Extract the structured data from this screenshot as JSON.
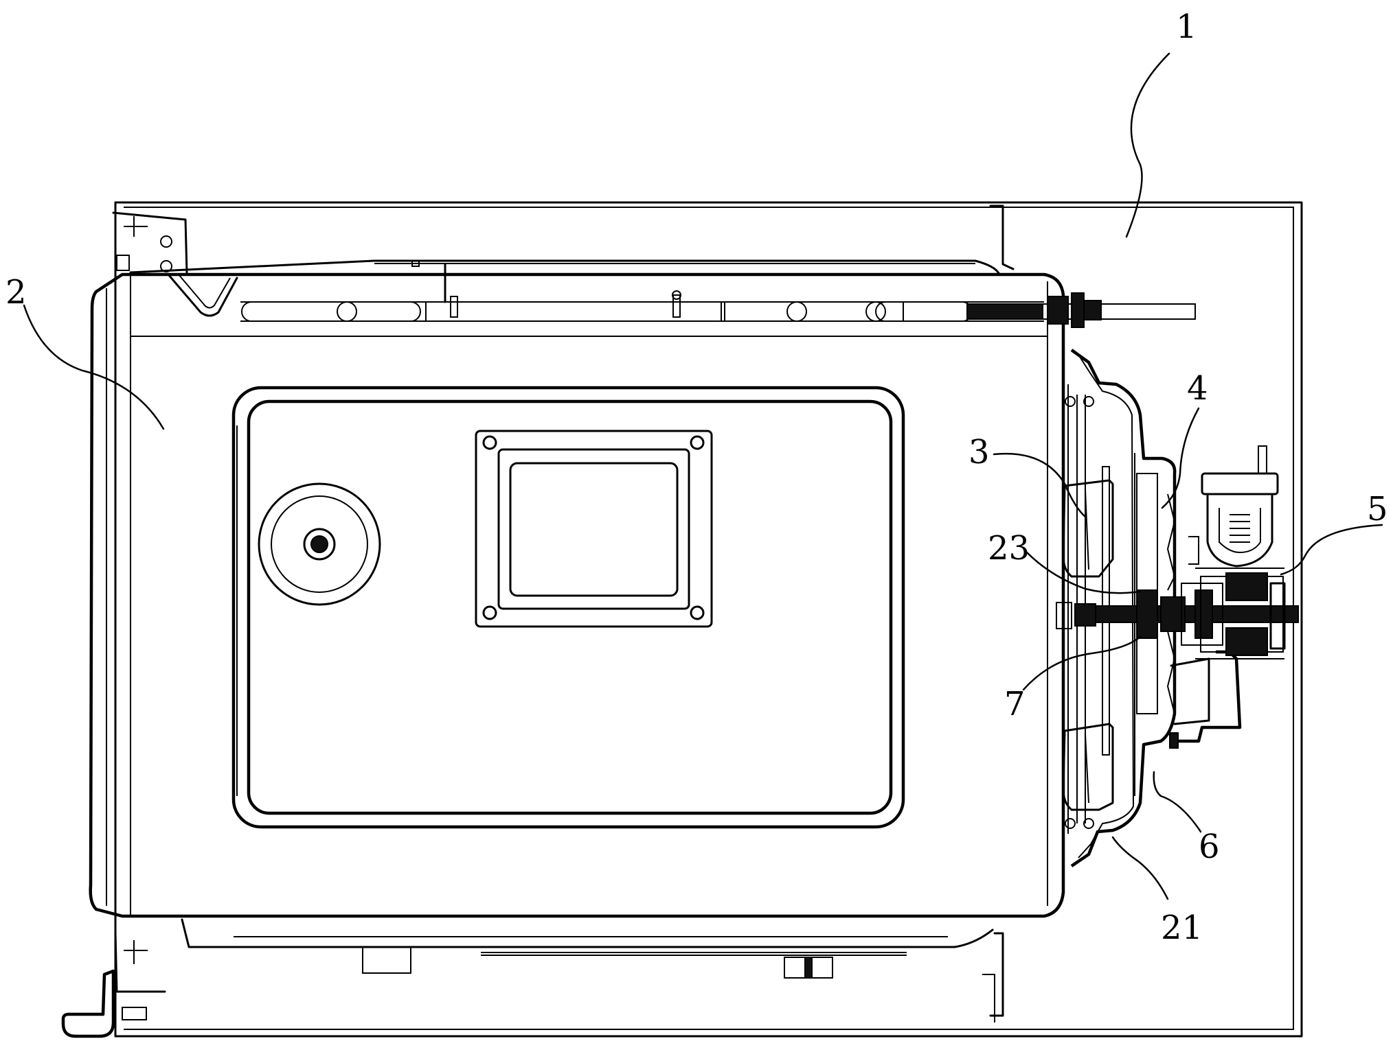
{
  "labels": {
    "l1": "1",
    "l2": "2",
    "l3": "3",
    "l4": "4",
    "l5": "5",
    "l6": "6",
    "l7": "7",
    "l21": "21",
    "l23": "23"
  },
  "colors": {
    "line": "#000000",
    "background": "#ffffff"
  }
}
